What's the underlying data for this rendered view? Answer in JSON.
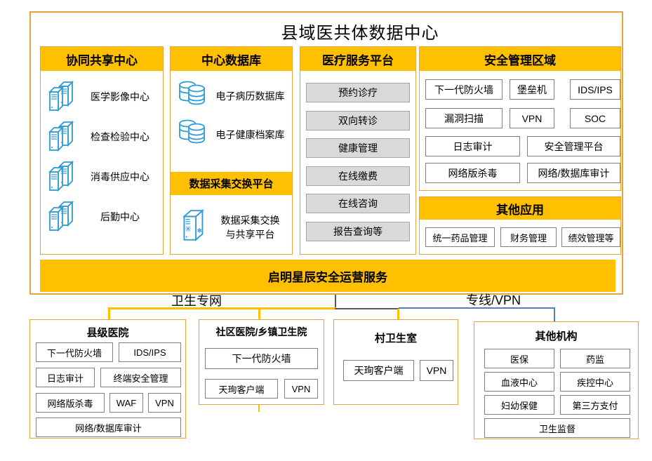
{
  "colors": {
    "header_yellow": "#FFC000",
    "border_orange": "#E8A33D",
    "button_gray": "#D9D9D9",
    "item_border_gray": "#7F7F7F",
    "icon_blue": "#2E9BD5",
    "line_yellow": "#FFC000",
    "line_blue": "#4F81BD",
    "line_gray": "#595959"
  },
  "main": {
    "title": "县域医共体数据中心",
    "ops_bar": "启明星辰安全运营服务",
    "col1": {
      "header": "协同共享中心",
      "items": [
        "医学影像中心",
        "检查检验中心",
        "消毒供应中心",
        "后勤中心"
      ]
    },
    "col2": {
      "header": "中心数据库",
      "items": [
        "电子病历数据库",
        "电子健康档案库"
      ],
      "subheader": "数据采集交换平台",
      "platform_line1": "数据采集交换",
      "platform_line2": "与共享平台"
    },
    "col3": {
      "header": "医疗服务平台",
      "buttons": [
        "预约诊疗",
        "双向转诊",
        "健康管理",
        "在线缴费",
        "在线咨询",
        "报告查询等"
      ]
    },
    "col4": {
      "header": "安全管理区域",
      "items": [
        "下一代防火墙",
        "堡垒机",
        "IDS/IPS",
        "漏洞扫描",
        "VPN",
        "SOC",
        "日志审计",
        "安全管理平台",
        "网络版杀毒",
        "网络/数据库审计"
      ]
    },
    "other_apps": {
      "header": "其他应用",
      "items": [
        "统一药品管理",
        "财务管理",
        "绩效管理等"
      ]
    }
  },
  "connectors": {
    "left_label": "卫生专网",
    "right_label": "专线/VPN"
  },
  "bottom": {
    "county_hospital": {
      "title": "县级医院",
      "items": [
        "下一代防火墙",
        "IDS/IPS",
        "日志审计",
        "终端安全管理",
        "网络版杀毒",
        "WAF",
        "VPN",
        "网络/数据库审计"
      ]
    },
    "community_hospital": {
      "title": "社区医院/乡镇卫生院",
      "items": [
        "下一代防火墙",
        "天珣客户端",
        "VPN"
      ]
    },
    "village_clinic": {
      "title": "村卫生室",
      "items": [
        "天珣客户端",
        "VPN"
      ]
    },
    "other_orgs": {
      "title": "其他机构",
      "items": [
        "医保",
        "药监",
        "血液中心",
        "疾控中心",
        "妇幼保健",
        "第三方支付",
        "卫生监督"
      ]
    }
  }
}
